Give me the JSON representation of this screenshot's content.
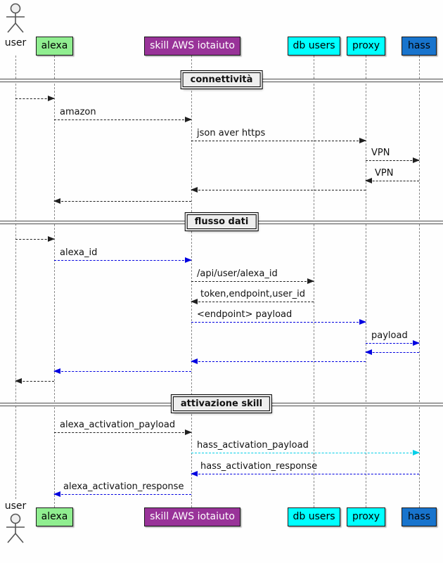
{
  "diagram": {
    "kind": "uml-sequence-diagram",
    "background": "#FEFEFE"
  },
  "participants": [
    {
      "name": "user",
      "kind": "actor",
      "color": "#EFEFEF",
      "text_color": "#000000"
    },
    {
      "name": "alexa",
      "kind": "participant",
      "color": "#90EE90",
      "text_color": "#000000"
    },
    {
      "name": "skill AWS iotaiuto",
      "kind": "participant",
      "color": "#993399",
      "text_color": "#FFFFFF"
    },
    {
      "name": "db users",
      "kind": "participant",
      "color": "#00FFFF",
      "text_color": "#000000"
    },
    {
      "name": "proxy",
      "kind": "participant",
      "color": "#00FFFF",
      "text_color": "#000000"
    },
    {
      "name": "hass",
      "kind": "participant",
      "color": "#1874CD",
      "text_color": "#000000"
    }
  ],
  "dividers": [
    {
      "label": "connettività"
    },
    {
      "label": "flusso dati"
    },
    {
      "label": "attivazione skill"
    }
  ],
  "messages": [
    {
      "from": "user",
      "to": "alexa",
      "label": "",
      "color": "#202020",
      "direction": "ltr",
      "style": "dashed"
    },
    {
      "from": "alexa",
      "to": "skill AWS iotaiuto",
      "label": "amazon",
      "color": "#202020",
      "direction": "ltr",
      "style": "dashed"
    },
    {
      "from": "skill AWS iotaiuto",
      "to": "proxy",
      "label": "json aver https",
      "color": "#202020",
      "direction": "ltr",
      "style": "dashed"
    },
    {
      "from": "proxy",
      "to": "hass",
      "label": "VPN",
      "color": "#202020",
      "direction": "ltr",
      "style": "dashed"
    },
    {
      "from": "hass",
      "to": "proxy",
      "label": "VPN",
      "color": "#202020",
      "direction": "rtl",
      "style": "dashed"
    },
    {
      "from": "proxy",
      "to": "skill AWS iotaiuto",
      "label": "",
      "color": "#202020",
      "direction": "rtl",
      "style": "dashed"
    },
    {
      "from": "skill AWS iotaiuto",
      "to": "alexa",
      "label": "",
      "color": "#202020",
      "direction": "rtl",
      "style": "dashed"
    },
    {
      "from": "user",
      "to": "alexa",
      "label": "",
      "color": "#202020",
      "direction": "ltr",
      "style": "dashed"
    },
    {
      "from": "alexa",
      "to": "skill AWS iotaiuto",
      "label": "alexa_id",
      "color": "#0000E0",
      "direction": "ltr",
      "style": "dashed"
    },
    {
      "from": "skill AWS iotaiuto",
      "to": "db users",
      "label": "/api/user/alexa_id",
      "color": "#202020",
      "direction": "ltr",
      "style": "dashed"
    },
    {
      "from": "db users",
      "to": "skill AWS iotaiuto",
      "label": "token,endpoint,user_id",
      "color": "#202020",
      "direction": "rtl",
      "style": "dashed"
    },
    {
      "from": "skill AWS iotaiuto",
      "to": "proxy",
      "label": "<endpoint> payload",
      "color": "#0000E0",
      "direction": "ltr",
      "style": "dashed"
    },
    {
      "from": "proxy",
      "to": "hass",
      "label": "payload",
      "color": "#0000E0",
      "direction": "ltr",
      "style": "dashed"
    },
    {
      "from": "hass",
      "to": "proxy",
      "label": "",
      "color": "#0000E0",
      "direction": "rtl",
      "style": "dashed"
    },
    {
      "from": "proxy",
      "to": "skill AWS iotaiuto",
      "label": "",
      "color": "#0000E0",
      "direction": "rtl",
      "style": "dashed"
    },
    {
      "from": "skill AWS iotaiuto",
      "to": "alexa",
      "label": "",
      "color": "#0000E0",
      "direction": "rtl",
      "style": "dashed"
    },
    {
      "from": "alexa",
      "to": "user",
      "label": "",
      "color": "#202020",
      "direction": "rtl",
      "style": "dashed"
    },
    {
      "from": "alexa",
      "to": "skill AWS iotaiuto",
      "label": "alexa_activation_payload",
      "color": "#202020",
      "direction": "ltr",
      "style": "dashed"
    },
    {
      "from": "skill AWS iotaiuto",
      "to": "hass",
      "label": "hass_activation_payload",
      "color": "#00CFE8",
      "direction": "ltr",
      "style": "dashed"
    },
    {
      "from": "hass",
      "to": "skill AWS iotaiuto",
      "label": "hass_activation_response",
      "color": "#0000E0",
      "direction": "rtl",
      "style": "dashed"
    },
    {
      "from": "skill AWS iotaiuto",
      "to": "alexa",
      "label": "alexa_activation_response",
      "color": "#0000E0",
      "direction": "rtl",
      "style": "dashed"
    }
  ]
}
